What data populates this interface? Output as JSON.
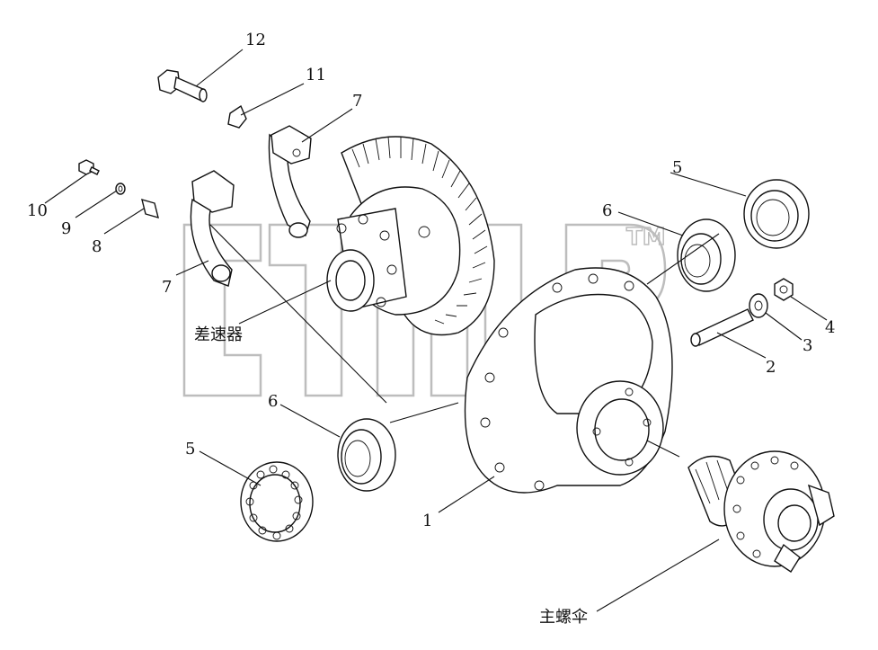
{
  "diagram": {
    "callouts": [
      {
        "id": "c12",
        "label": "12"
      },
      {
        "id": "c11",
        "label": "11"
      },
      {
        "id": "c7a",
        "label": "7"
      },
      {
        "id": "c10",
        "label": "10"
      },
      {
        "id": "c9",
        "label": "9"
      },
      {
        "id": "c8",
        "label": "8"
      },
      {
        "id": "c7b",
        "label": "7"
      },
      {
        "id": "c5a",
        "label": "5"
      },
      {
        "id": "c6a",
        "label": "6"
      },
      {
        "id": "c4",
        "label": "4"
      },
      {
        "id": "c3",
        "label": "3"
      },
      {
        "id": "c2",
        "label": "2"
      },
      {
        "id": "c6b",
        "label": "6"
      },
      {
        "id": "c5b",
        "label": "5"
      },
      {
        "id": "c1",
        "label": "1"
      }
    ],
    "differential_label": "差速器",
    "main_bevel_label": "主螺伞",
    "watermark_tm": "TM"
  }
}
